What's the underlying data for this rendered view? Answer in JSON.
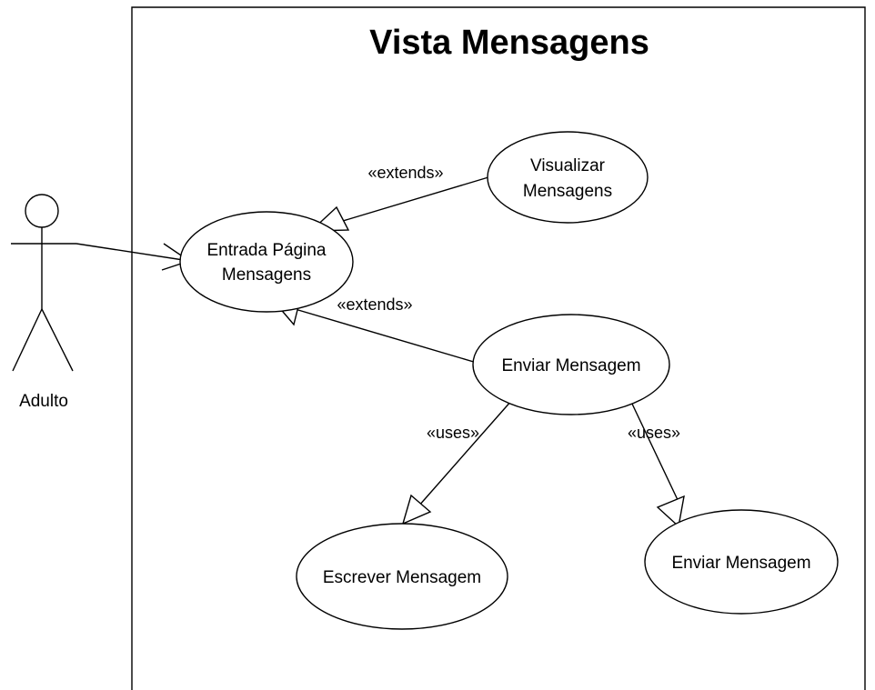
{
  "system": {
    "title": "Vista Mensagens"
  },
  "actor": {
    "label": "Adulto"
  },
  "use_cases": {
    "entrada": {
      "line1": "Entrada Página",
      "line2": "Mensagens"
    },
    "visualizar": {
      "line1": "Visualizar",
      "line2": "Mensagens"
    },
    "enviar_main": {
      "label": "Enviar Mensagem"
    },
    "escrever": {
      "label": "Escrever Mensagem"
    },
    "enviar_sub": {
      "label": "Enviar Mensagem"
    }
  },
  "relations": {
    "extends_top": "«extends»",
    "extends_mid": "«extends»",
    "uses_left": "«uses»",
    "uses_right": "«uses»"
  }
}
